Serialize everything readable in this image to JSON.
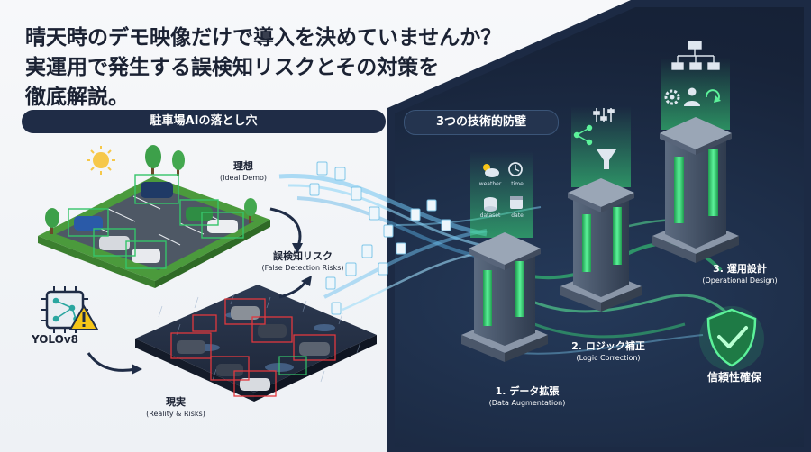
{
  "headline": {
    "line1": "晴天時のデモ映像だけで導入を決めていませんか？",
    "line2": "実運用で発生する誤検知リスクとその対策を",
    "line3": "徹底解説。"
  },
  "left_section": {
    "title": "駐車場AIの落とし穴",
    "ideal": {
      "ja": "理想",
      "en": "(Ideal Demo)"
    },
    "false_detection": {
      "ja": "誤検知リスク",
      "en": "(False Detection Risks)"
    },
    "reality": {
      "ja": "現実",
      "en": "(Reality & Risks)"
    },
    "model_label": "YOLOv8"
  },
  "right_section": {
    "title": "3つの技術的防壁",
    "pillar1": {
      "ja": "1. データ拡張",
      "en": "(Data Augmentation)"
    },
    "pillar2": {
      "ja": "2. ロジック補正",
      "en": "(Logic Correction)"
    },
    "pillar3": {
      "ja": "3. 運用設計",
      "en": "(Operational Design)"
    },
    "trust": "信頼性確保",
    "mini_icons": {
      "weather": "weather",
      "time": "time",
      "dataset": "dataset",
      "date": "date"
    }
  },
  "colors": {
    "navy": "#1f2c46",
    "dark_bg": "#172339",
    "green_glow": "#39e07a",
    "blue_flow": "#6fc2f0",
    "warning_yellow": "#f5c518",
    "detection_green": "#35c46a",
    "detection_red": "#e0383e"
  },
  "icons": [
    "sun-icon",
    "tree-icon",
    "car-icon",
    "chip-icon",
    "warning-icon",
    "arrow-icon",
    "document-icon",
    "cloud-sun-icon",
    "clock-icon",
    "database-icon",
    "calendar-icon",
    "funnel-icon",
    "sliders-icon",
    "flow-nodes-icon",
    "gear-icon",
    "person-icon",
    "sync-icon",
    "org-chart-icon",
    "shield-check-icon"
  ]
}
